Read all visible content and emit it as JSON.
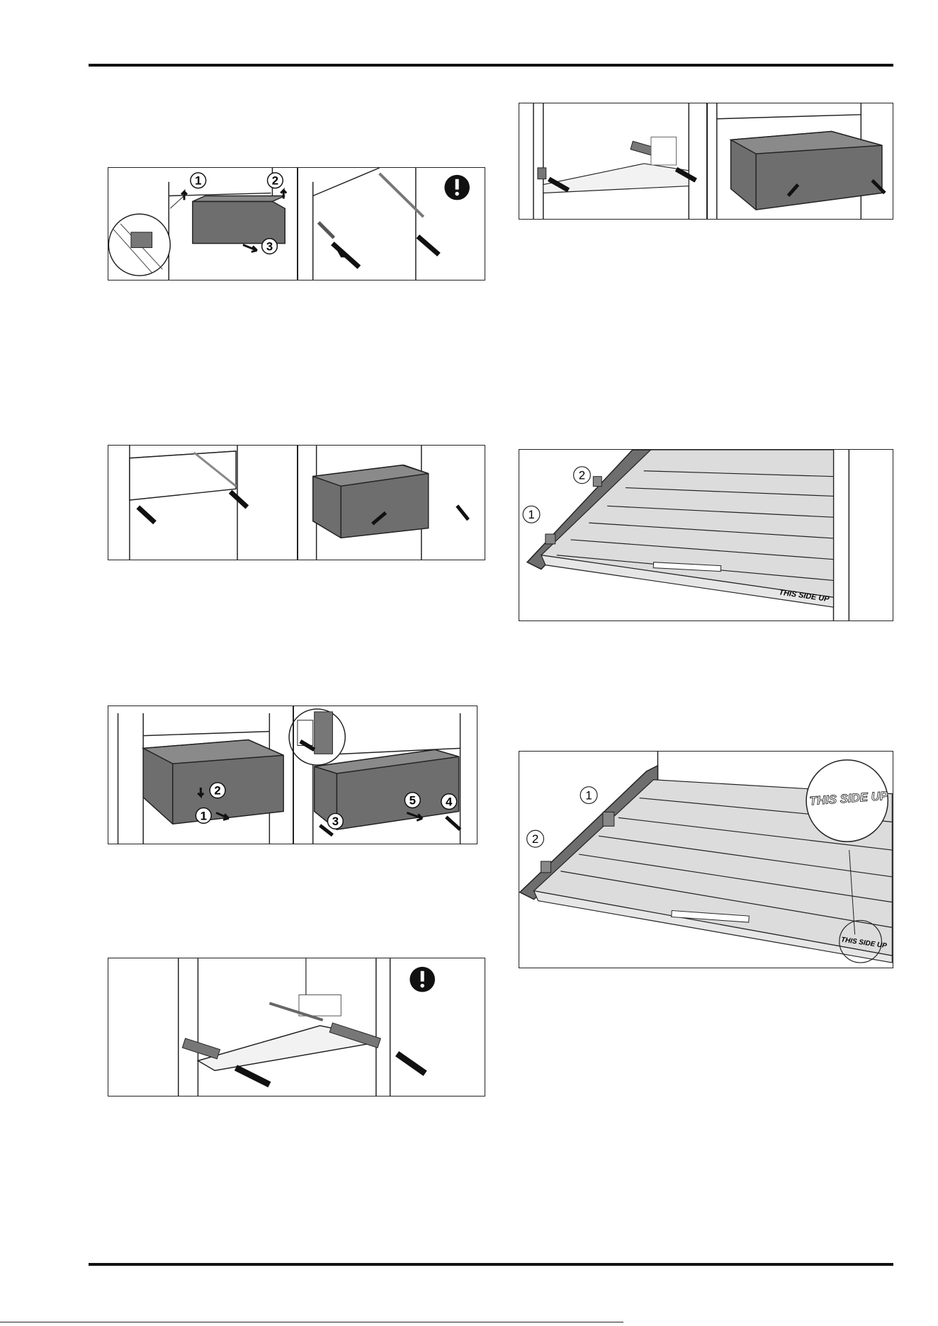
{
  "figures": [
    {
      "id": "fig-a",
      "markers": [
        "1",
        "2",
        "3"
      ],
      "warning_icon": "exclamation-icon"
    },
    {
      "id": "fig-b",
      "markers": []
    },
    {
      "id": "fig-c",
      "markers": [
        "2",
        "1",
        "5",
        "4",
        "3"
      ]
    },
    {
      "id": "fig-d",
      "markers": [],
      "warning_icon": "exclamation-icon"
    },
    {
      "id": "fig-e",
      "markers": []
    },
    {
      "id": "fig-f",
      "markers": [
        "2",
        "1"
      ],
      "print_label": "THIS SIDE UP"
    },
    {
      "id": "fig-g",
      "markers": [
        "1",
        "2"
      ],
      "print_label": "THIS SIDE UP",
      "zoom_label": "THIS SIDE UP"
    }
  ],
  "colors": {
    "line": "#222222",
    "drawer": "#6e6e6e",
    "drawer_side": "#5a5a5a",
    "shelf": "#e6e6e6"
  }
}
